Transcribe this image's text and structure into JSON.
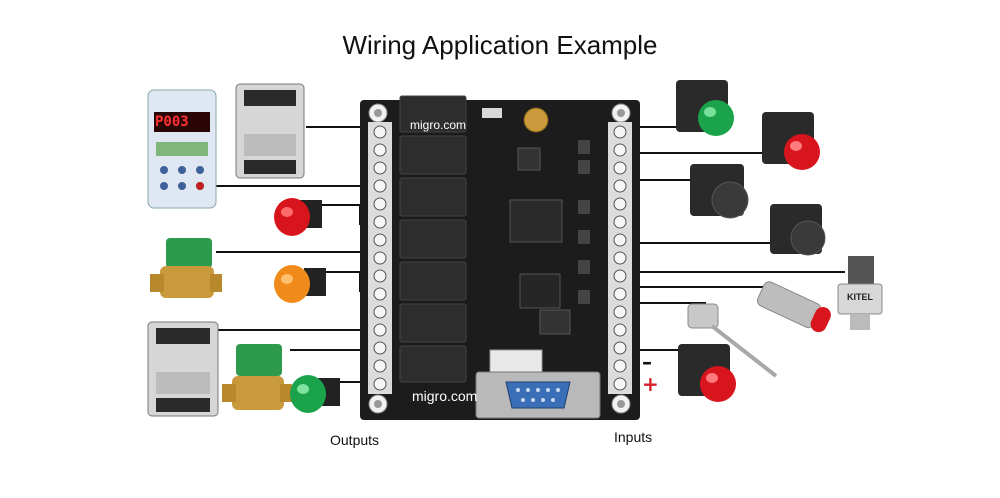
{
  "title": "Wiring Application Example",
  "labels": {
    "outputs": "Outputs",
    "inputs": "Inputs",
    "minus": "–",
    "plus": "+"
  },
  "board": {
    "brand_top": "migro.com",
    "brand_bottom": "migro.com"
  },
  "vfd": {
    "display": "P003"
  },
  "sensor": {
    "brand": "KITEL"
  },
  "colors": {
    "board": "#1c1c1c",
    "terminal": "#e9e9e9",
    "relay": "#2b2b2b",
    "wire": "#111111",
    "red_light": "#d8141c",
    "orange_light": "#f08a1a",
    "green_light": "#1aa34a",
    "valve_green": "#2e9a4e",
    "brass": "#c99a3c",
    "db9_blue": "#3a6fb8",
    "plus_red": "#d4202a"
  },
  "icons": [
    "vfd-drive-icon",
    "contactor-icon",
    "red-pilot-light-icon",
    "solenoid-valve-icon",
    "orange-pilot-light-icon",
    "green-pilot-light-icon",
    "green-pushbutton-icon",
    "red-pushbutton-icon",
    "selector-switch-icon",
    "proximity-sensor-icon",
    "pressure-sensor-icon",
    "thermocouple-icon"
  ]
}
